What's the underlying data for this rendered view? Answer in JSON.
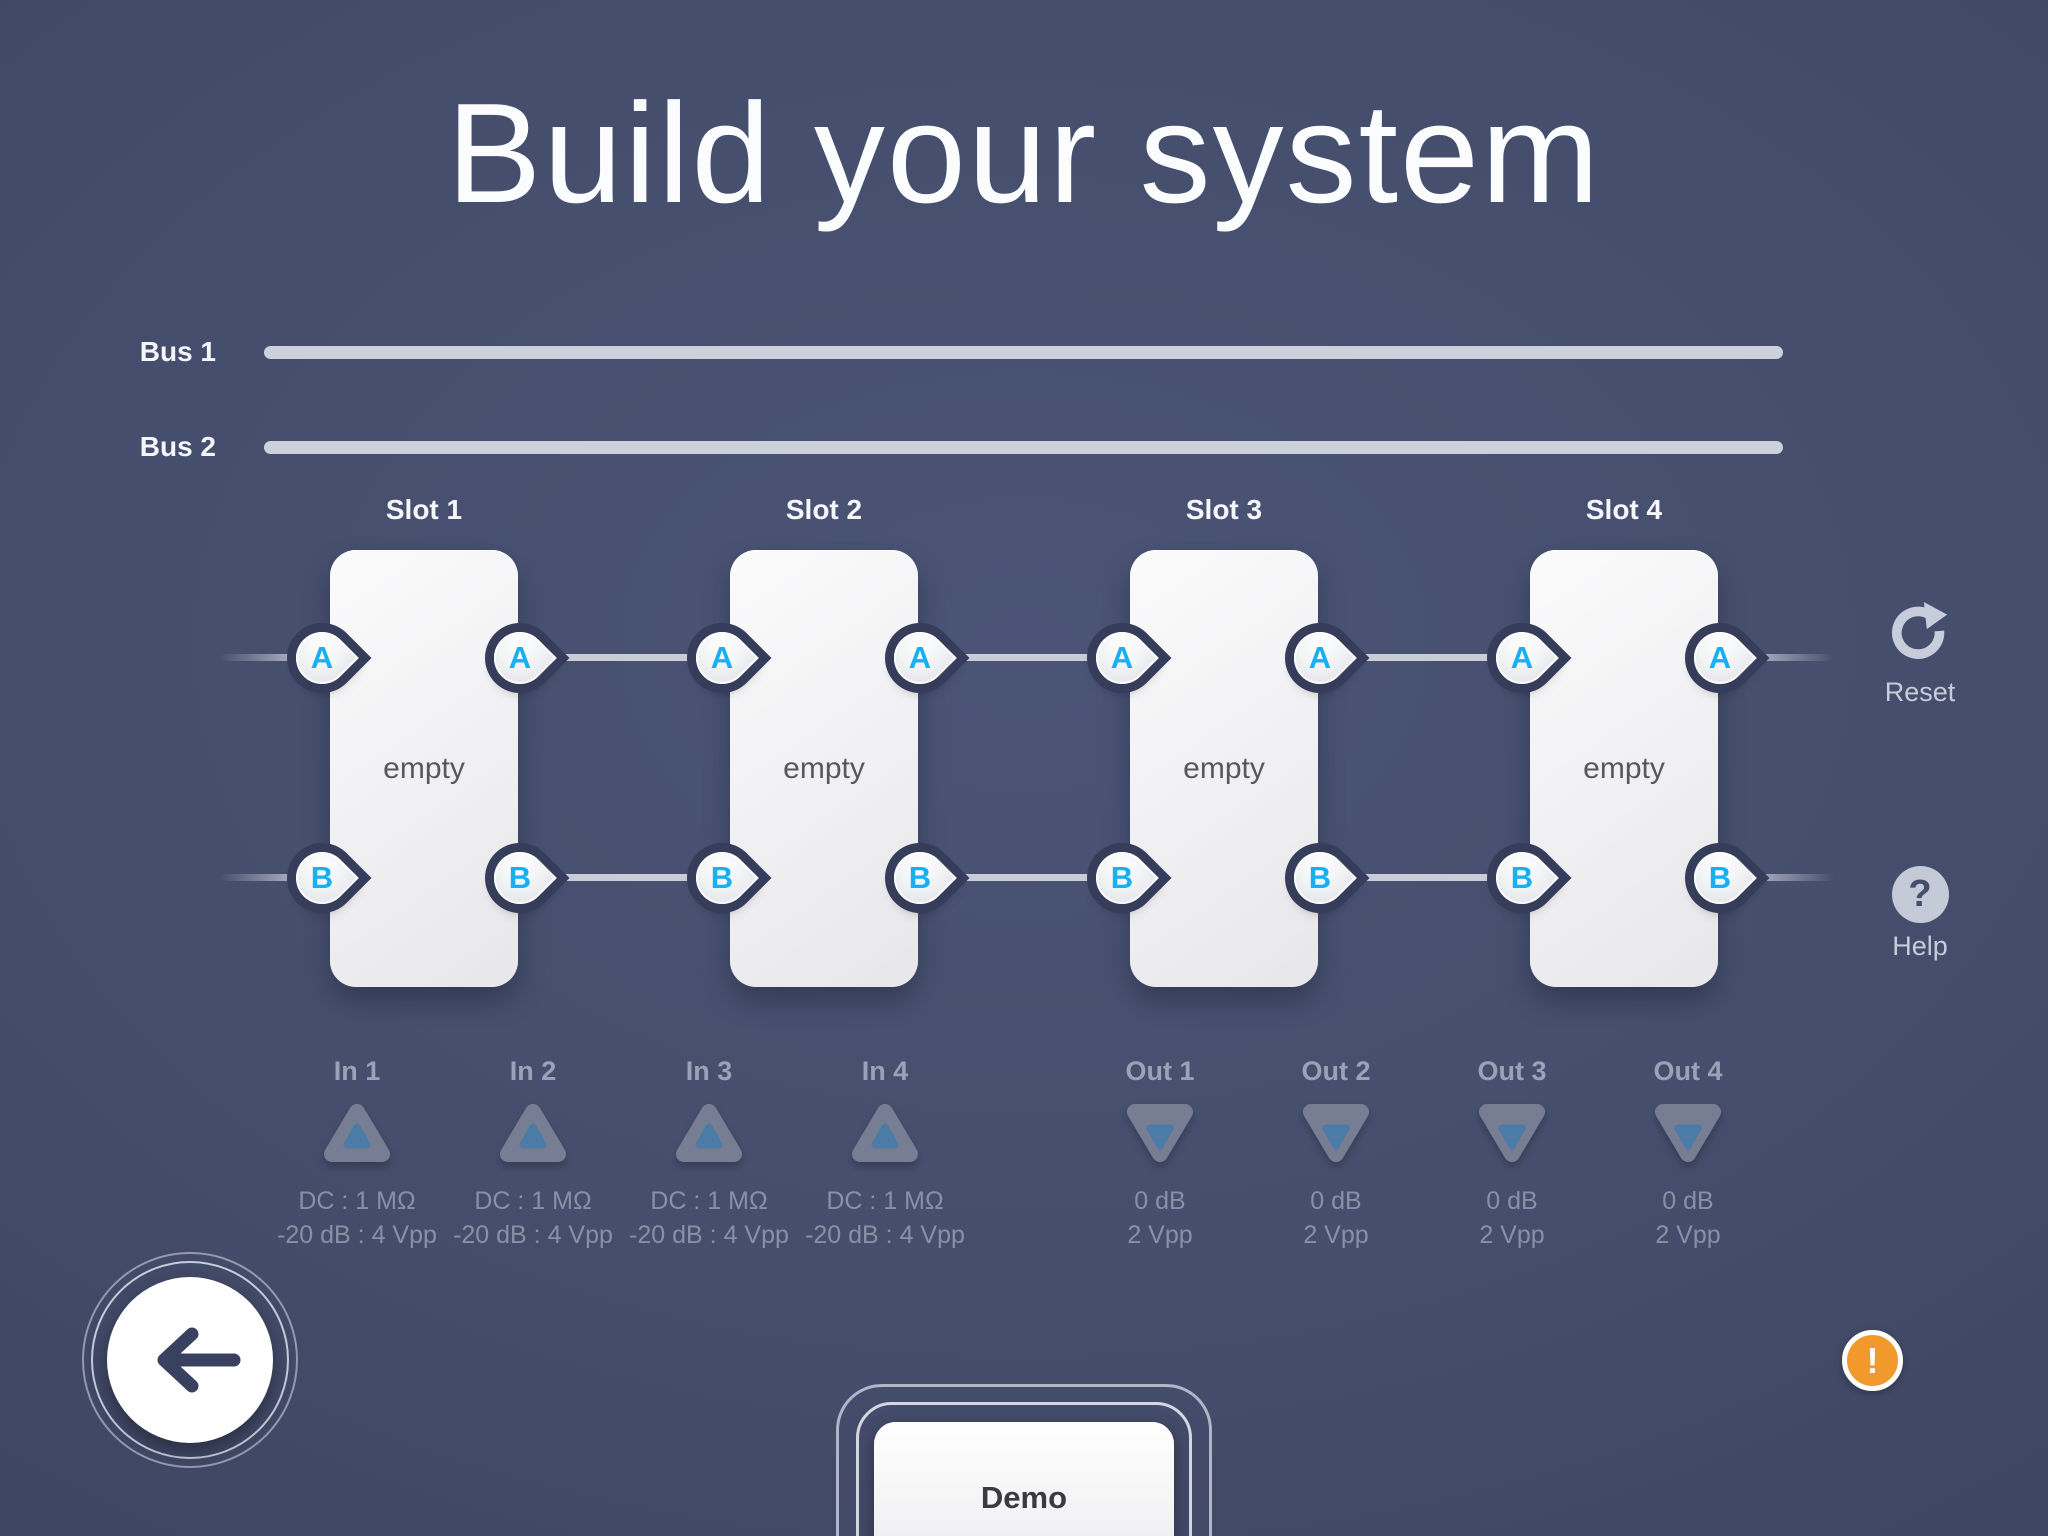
{
  "title": "Build your system",
  "buses": [
    {
      "label": "Bus 1"
    },
    {
      "label": "Bus 2"
    }
  ],
  "slots": [
    {
      "label": "Slot 1",
      "status": "empty",
      "top_port": "A",
      "bottom_port": "B"
    },
    {
      "label": "Slot 2",
      "status": "empty",
      "top_port": "A",
      "bottom_port": "B"
    },
    {
      "label": "Slot 3",
      "status": "empty",
      "top_port": "A",
      "bottom_port": "B"
    },
    {
      "label": "Slot 4",
      "status": "empty",
      "top_port": "A",
      "bottom_port": "B"
    }
  ],
  "inputs": [
    {
      "label": "In 1",
      "line1": "DC : 1 MΩ",
      "line2": "-20 dB : 4 Vpp"
    },
    {
      "label": "In 2",
      "line1": "DC : 1 MΩ",
      "line2": "-20 dB : 4 Vpp"
    },
    {
      "label": "In 3",
      "line1": "DC : 1 MΩ",
      "line2": "-20 dB : 4 Vpp"
    },
    {
      "label": "In 4",
      "line1": "DC : 1 MΩ",
      "line2": "-20 dB : 4 Vpp"
    }
  ],
  "outputs": [
    {
      "label": "Out 1",
      "line1": "0 dB",
      "line2": "2 Vpp"
    },
    {
      "label": "Out 2",
      "line1": "0 dB",
      "line2": "2 Vpp"
    },
    {
      "label": "Out 3",
      "line1": "0 dB",
      "line2": "2 Vpp"
    },
    {
      "label": "Out 4",
      "line1": "0 dB",
      "line2": "2 Vpp"
    }
  ],
  "actions": {
    "reset": {
      "label": "Reset",
      "icon": "refresh-clockwise"
    },
    "help": {
      "label": "Help",
      "glyph": "?"
    },
    "back": {
      "icon": "arrow-left"
    },
    "demo": {
      "label": "Demo"
    },
    "warning": {
      "glyph": "!"
    }
  },
  "colors": {
    "background": "#454e6c",
    "bus_bar": "#cdd1dc",
    "wire": "#c9cdd7",
    "card_fill": "#f2f2f4",
    "port_letter_cyan": "#17b0f2",
    "notch_ring": "#353d5b",
    "muted_label": "#9ba2b6",
    "spec_text": "#8990a5",
    "triangle_gray": "#777e93",
    "triangle_blue": "#4b7ba6",
    "action_gray": "#c6ccd9",
    "warning_orange": "#f2992e",
    "demo_text": "#3b3b3d"
  }
}
